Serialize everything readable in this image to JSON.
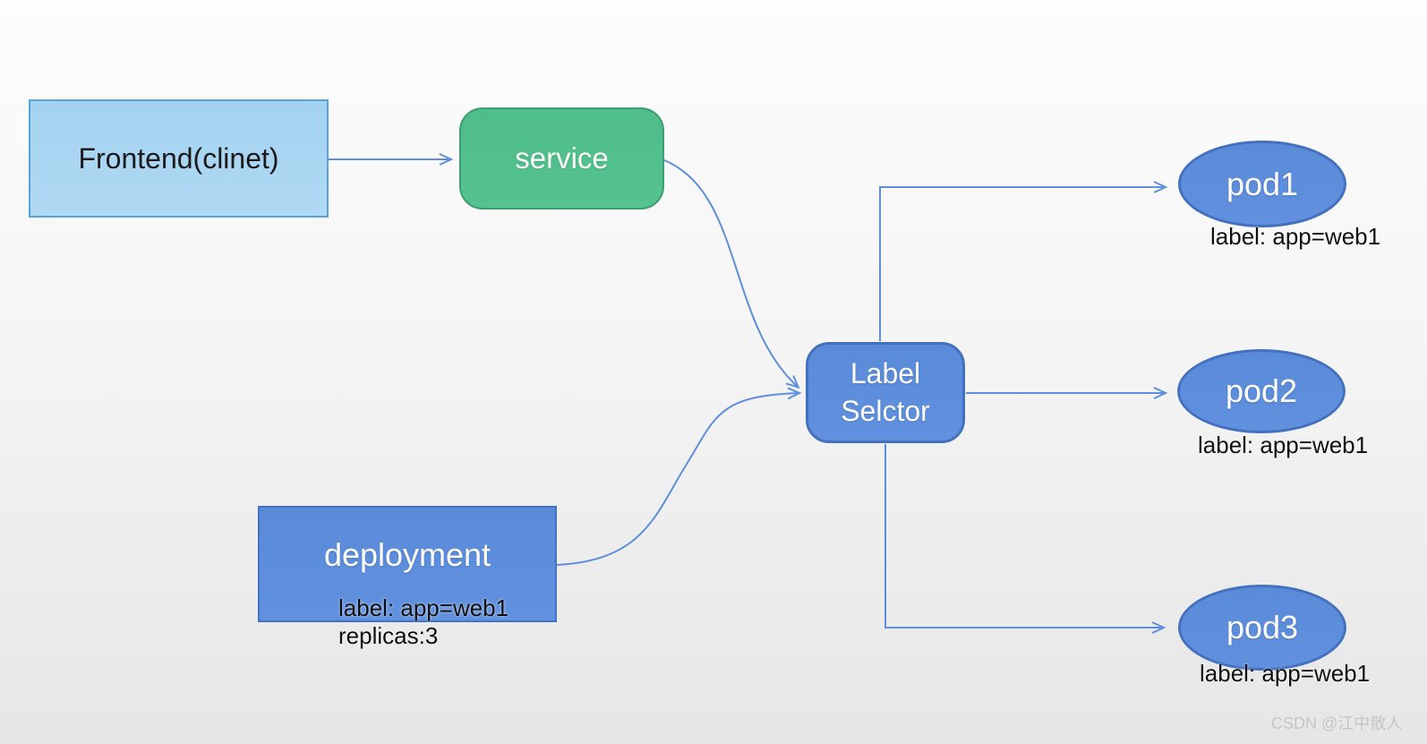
{
  "diagram": {
    "nodes": {
      "frontend": {
        "label": "Frontend(clinet)",
        "shape": "rectangle",
        "fill": "#a9d6f2",
        "border": "#56a3dc",
        "text_color": "#1b1b1b"
      },
      "service": {
        "label": "service",
        "shape": "rounded-rectangle",
        "fill": "#52be8c",
        "border": "#3c9e71",
        "text_color": "#ffffff"
      },
      "label_selector": {
        "label": "Label Selctor",
        "shape": "rounded-rectangle",
        "fill": "#5b8cdb",
        "border": "#4471bf",
        "text_color": "#ffffff"
      },
      "deployment": {
        "label": "deployment",
        "sub_label_line1": "label: app=web1",
        "sub_label_line2": "replicas:3",
        "shape": "rectangle",
        "fill": "#5b8cdb",
        "border": "#4374c4",
        "text_color": "#ffffff"
      },
      "pod1": {
        "label": "pod1",
        "sub_label": "label: app=web1",
        "shape": "ellipse",
        "fill": "#5b8cdb",
        "border": "#4471bf",
        "text_color": "#ffffff"
      },
      "pod2": {
        "label": "pod2",
        "sub_label": "label: app=web1",
        "shape": "ellipse",
        "fill": "#5b8cdb",
        "border": "#4471bf",
        "text_color": "#ffffff"
      },
      "pod3": {
        "label": "pod3",
        "sub_label": "label: app=web1",
        "shape": "ellipse",
        "fill": "#5b8cdb",
        "border": "#4471bf",
        "text_color": "#ffffff"
      }
    },
    "edges": [
      {
        "from": "frontend",
        "to": "service",
        "style": "straight-arrow"
      },
      {
        "from": "service",
        "to": "label_selector",
        "style": "curved-arrow"
      },
      {
        "from": "deployment",
        "to": "label_selector",
        "style": "curved-arrow"
      },
      {
        "from": "label_selector",
        "to": "pod1",
        "style": "elbow-arrow"
      },
      {
        "from": "label_selector",
        "to": "pod2",
        "style": "straight-arrow"
      },
      {
        "from": "label_selector",
        "to": "pod3",
        "style": "elbow-arrow"
      }
    ],
    "edge_color": "#5e8edd"
  },
  "watermark": {
    "text": "CSDN @江中散人",
    "color": "#c6c6c6"
  }
}
